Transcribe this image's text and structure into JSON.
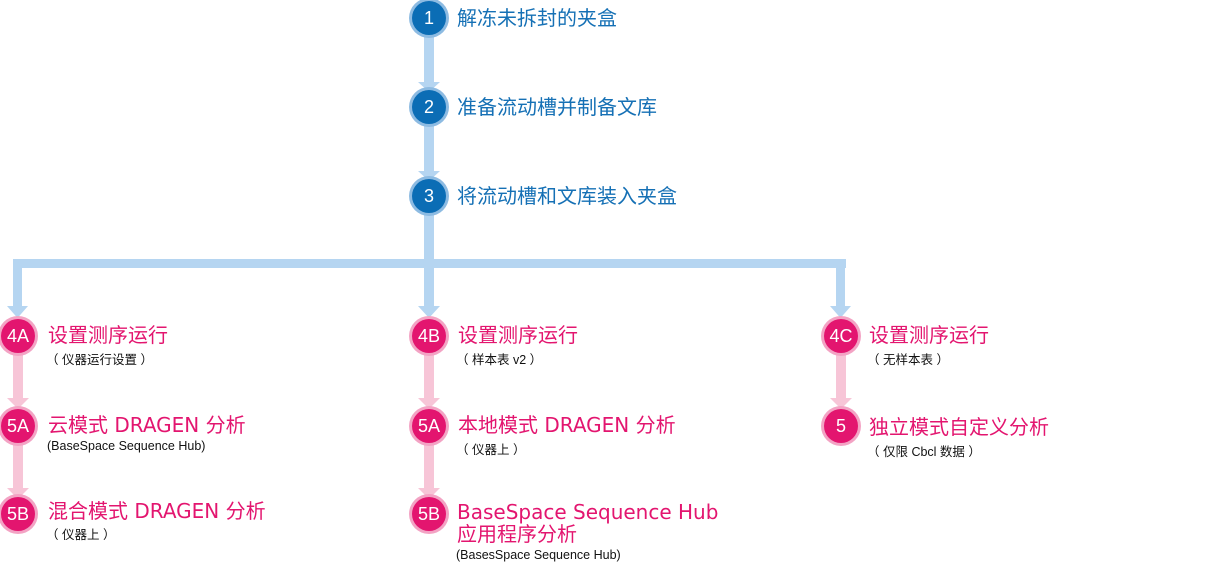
{
  "colors": {
    "blue": "#0b6db5",
    "pink": "#e3156f",
    "blue_connector": "#b5d5f1",
    "pink_connector": "#f7c5d7"
  },
  "steps": {
    "s1": {
      "num": "1",
      "title": "解冻未拆封的夹盒"
    },
    "s2": {
      "num": "2",
      "title": "准备流动槽并制备文库"
    },
    "s3": {
      "num": "3",
      "title": "将流动槽和文库装入夹盒"
    },
    "s4a": {
      "num": "4A",
      "title": "设置测序运行",
      "sub": "（ 仪器运行设置 ）"
    },
    "s4b": {
      "num": "4B",
      "title": "设置测序运行",
      "sub": "（ 样本表 v2 ）"
    },
    "s4c": {
      "num": "4C",
      "title": "设置测序运行",
      "sub": "（ 无样本表 ）"
    },
    "l5a": {
      "num": "5A",
      "title": "云模式 DRAGEN 分析",
      "sub": "(BaseSpace Sequence Hub)"
    },
    "l5b": {
      "num": "5B",
      "title": "混合模式 DRAGEN 分析",
      "sub": "（ 仪器上 ）"
    },
    "m5a": {
      "num": "5A",
      "title": "本地模式 DRAGEN 分析",
      "sub": "（ 仪器上 ）"
    },
    "m5b": {
      "num": "5B",
      "title": "BaseSpace Sequence Hub",
      "title2": "应用程序分析",
      "sub": "(BasesSpace Sequence Hub)"
    },
    "r5": {
      "num": "5",
      "title": "独立模式自定义分析",
      "sub": "（ 仅限 Cbcl 数据 ）"
    }
  }
}
